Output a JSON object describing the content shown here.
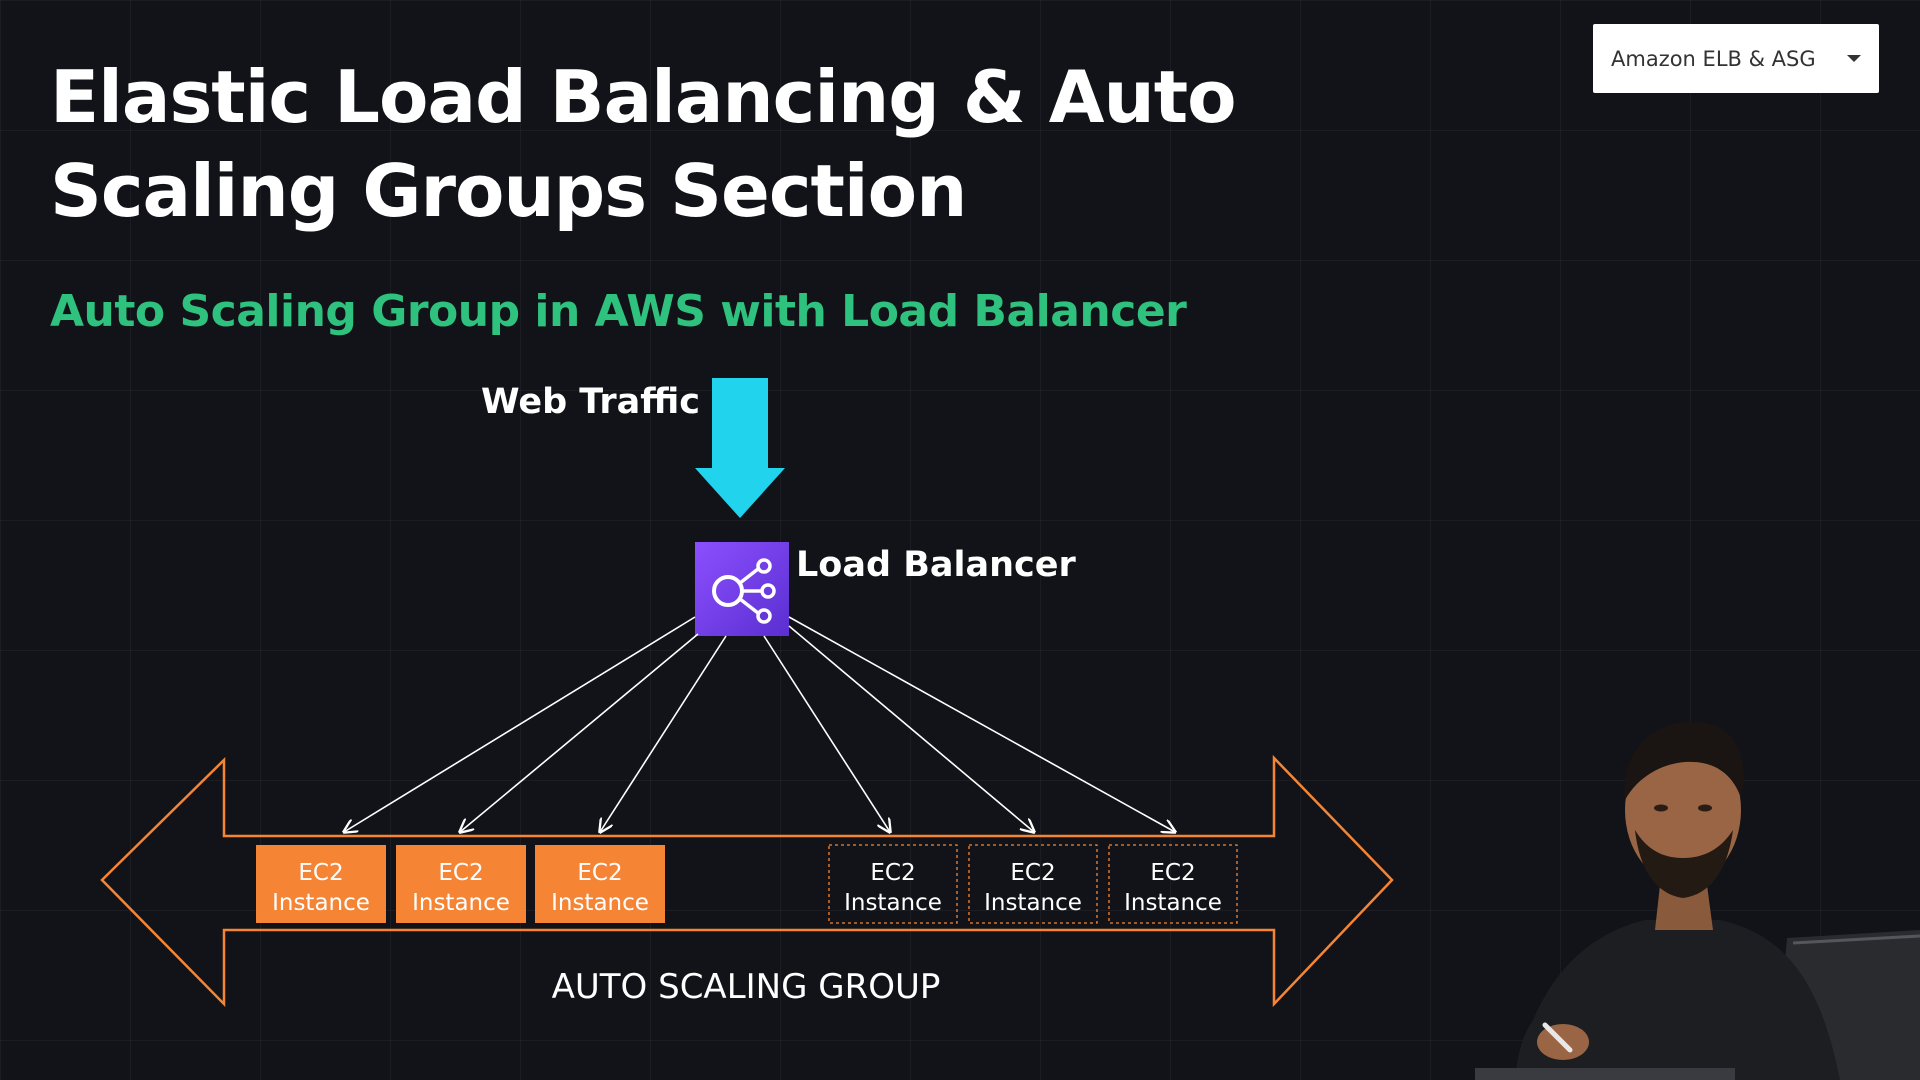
{
  "slide": {
    "title": "Elastic Load Balancing & Auto Scaling Groups Section",
    "subtitle": "Auto Scaling Group in AWS with Load Balancer"
  },
  "section_dropdown": {
    "selected": "Amazon ELB & ASG",
    "icon": "chevron-down-icon"
  },
  "diagram": {
    "web_traffic_label": "Web Traffic",
    "load_balancer_label": "Load Balancer",
    "load_balancer_icon": "load-balancer-icon",
    "group_label": "AUTO SCALING GROUP",
    "instances": [
      {
        "line1": "EC2",
        "line2": "Instance",
        "state": "active"
      },
      {
        "line1": "EC2",
        "line2": "Instance",
        "state": "active"
      },
      {
        "line1": "EC2",
        "line2": "Instance",
        "state": "active"
      },
      {
        "line1": "EC2",
        "line2": "Instance",
        "state": "potential"
      },
      {
        "line1": "EC2",
        "line2": "Instance",
        "state": "potential"
      },
      {
        "line1": "EC2",
        "line2": "Instance",
        "state": "potential"
      }
    ]
  },
  "colors": {
    "background": "#121318",
    "subtitle": "#2ec27e",
    "arrow": "#22d3ee",
    "load_balancer": "#8c4fff",
    "instance": "#f58534",
    "group_outline": "#f58534"
  }
}
